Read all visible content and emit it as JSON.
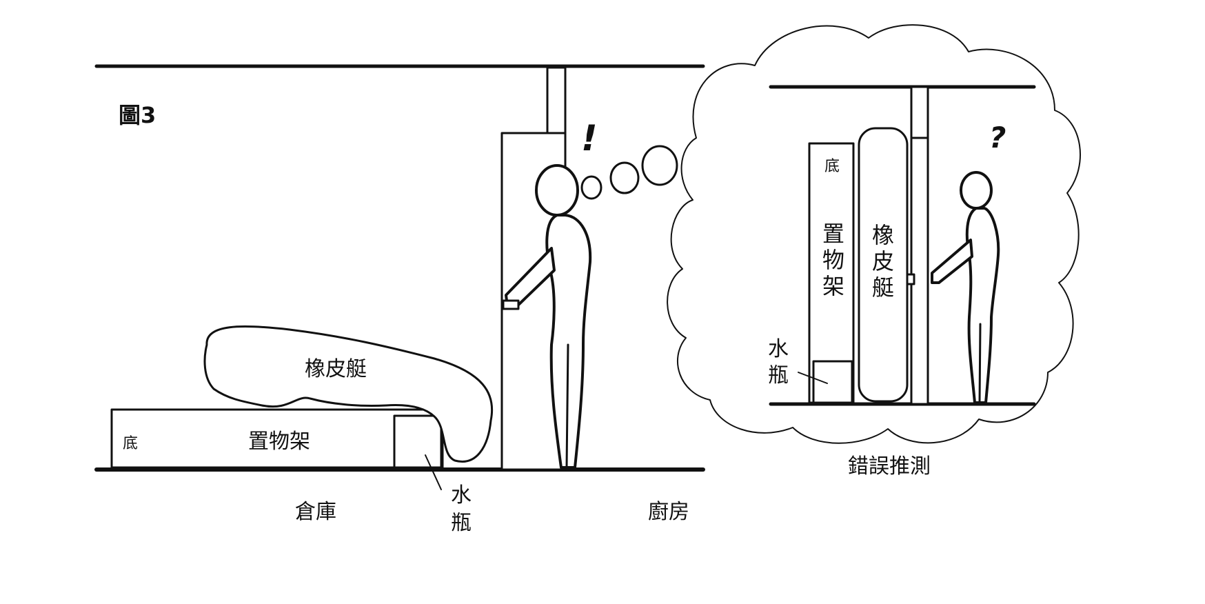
{
  "figure_label": "圖3",
  "left_scene": {
    "storeroom_label": "倉庫",
    "kitchen_label": "廚房",
    "raft_label": "橡皮艇",
    "shelf_label": "置物架",
    "shelf_bottom_label": "底",
    "bottle_label_line1": "水",
    "bottle_label_line2": "瓶",
    "exclamation": "!"
  },
  "thought_scene": {
    "caption": "錯誤推測",
    "question_mark": "?",
    "shelf_bottom_label": "底",
    "shelf_label_chars": [
      "置",
      "物",
      "架"
    ],
    "raft_label_chars": [
      "橡",
      "皮",
      "艇"
    ],
    "bottle_label_line1": "水",
    "bottle_label_line2": "瓶"
  }
}
